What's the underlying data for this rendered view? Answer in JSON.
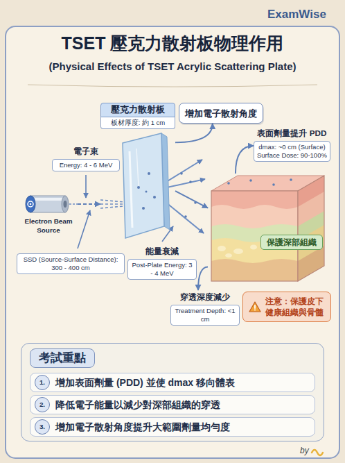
{
  "diagram": {
    "title": "TSET 壓克力散射板物理作用",
    "nodes": [
      {
        "text": [
          "壓克力散射板",
          "板材厚度: 約 1 cm"
        ]
      },
      {
        "text": [
          "增加電子散射角度"
        ]
      },
      {
        "text": [
          "電子束",
          "Energy: 4 - 6 MeV"
        ]
      },
      {
        "text": [
          "表面劑量提升 PDD",
          "dmax: ~0 cm (Surface)",
          "Surface Dose: 90-100%"
        ]
      },
      {
        "text": [
          "Electron Beam Source"
        ]
      },
      {
        "text": [
          "SSD (Source-Surface Distance): 300 - 400 cm"
        ]
      },
      {
        "text": [
          "能量衰減",
          "Post-Plate Energy: 3 - 4 MeV"
        ]
      },
      {
        "text": [
          "穿透深度減少",
          "Treatment Depth: <1 cm"
        ]
      },
      {
        "text": [
          "保護深部組織"
        ]
      },
      {
        "text": [
          "注意：保護皮下 健康組織與骨髓"
        ]
      },
      {
        "text": [
          "考試重點"
        ]
      },
      {
        "text": [
          "增加表面劑量 (PDD) 並使 dmax 移向體表"
        ],
        "in": 10
      },
      {
        "text": [
          "1."
        ],
        "in": 11
      },
      {
        "text": [
          "降低電子能量以減少對深部組織的穿透"
        ],
        "in": 10
      },
      {
        "text": [
          "2."
        ],
        "in": 13
      },
      {
        "text": [
          "增加電子散射角度提升大範圍劑量均勻度"
        ],
        "in": 10
      },
      {
        "text": [
          "3."
        ],
        "in": 15
      }
    ],
    "edges": [
      {
        "from": 4,
        "to": 0,
        "arrow": "to"
      },
      {
        "from": 0,
        "to": 1,
        "arrow": "to"
      },
      {
        "from": 0,
        "to": 8,
        "arrow": "to"
      },
      {
        "from": 8,
        "to": 3,
        "arrow": "to"
      },
      {
        "from": 8,
        "to": 7,
        "arrow": "to"
      }
    ],
    "labels": [
      "ExamWise",
      "(Physical Effects of TSET Acrylic Scattering Plate)",
      "by"
    ]
  }
}
